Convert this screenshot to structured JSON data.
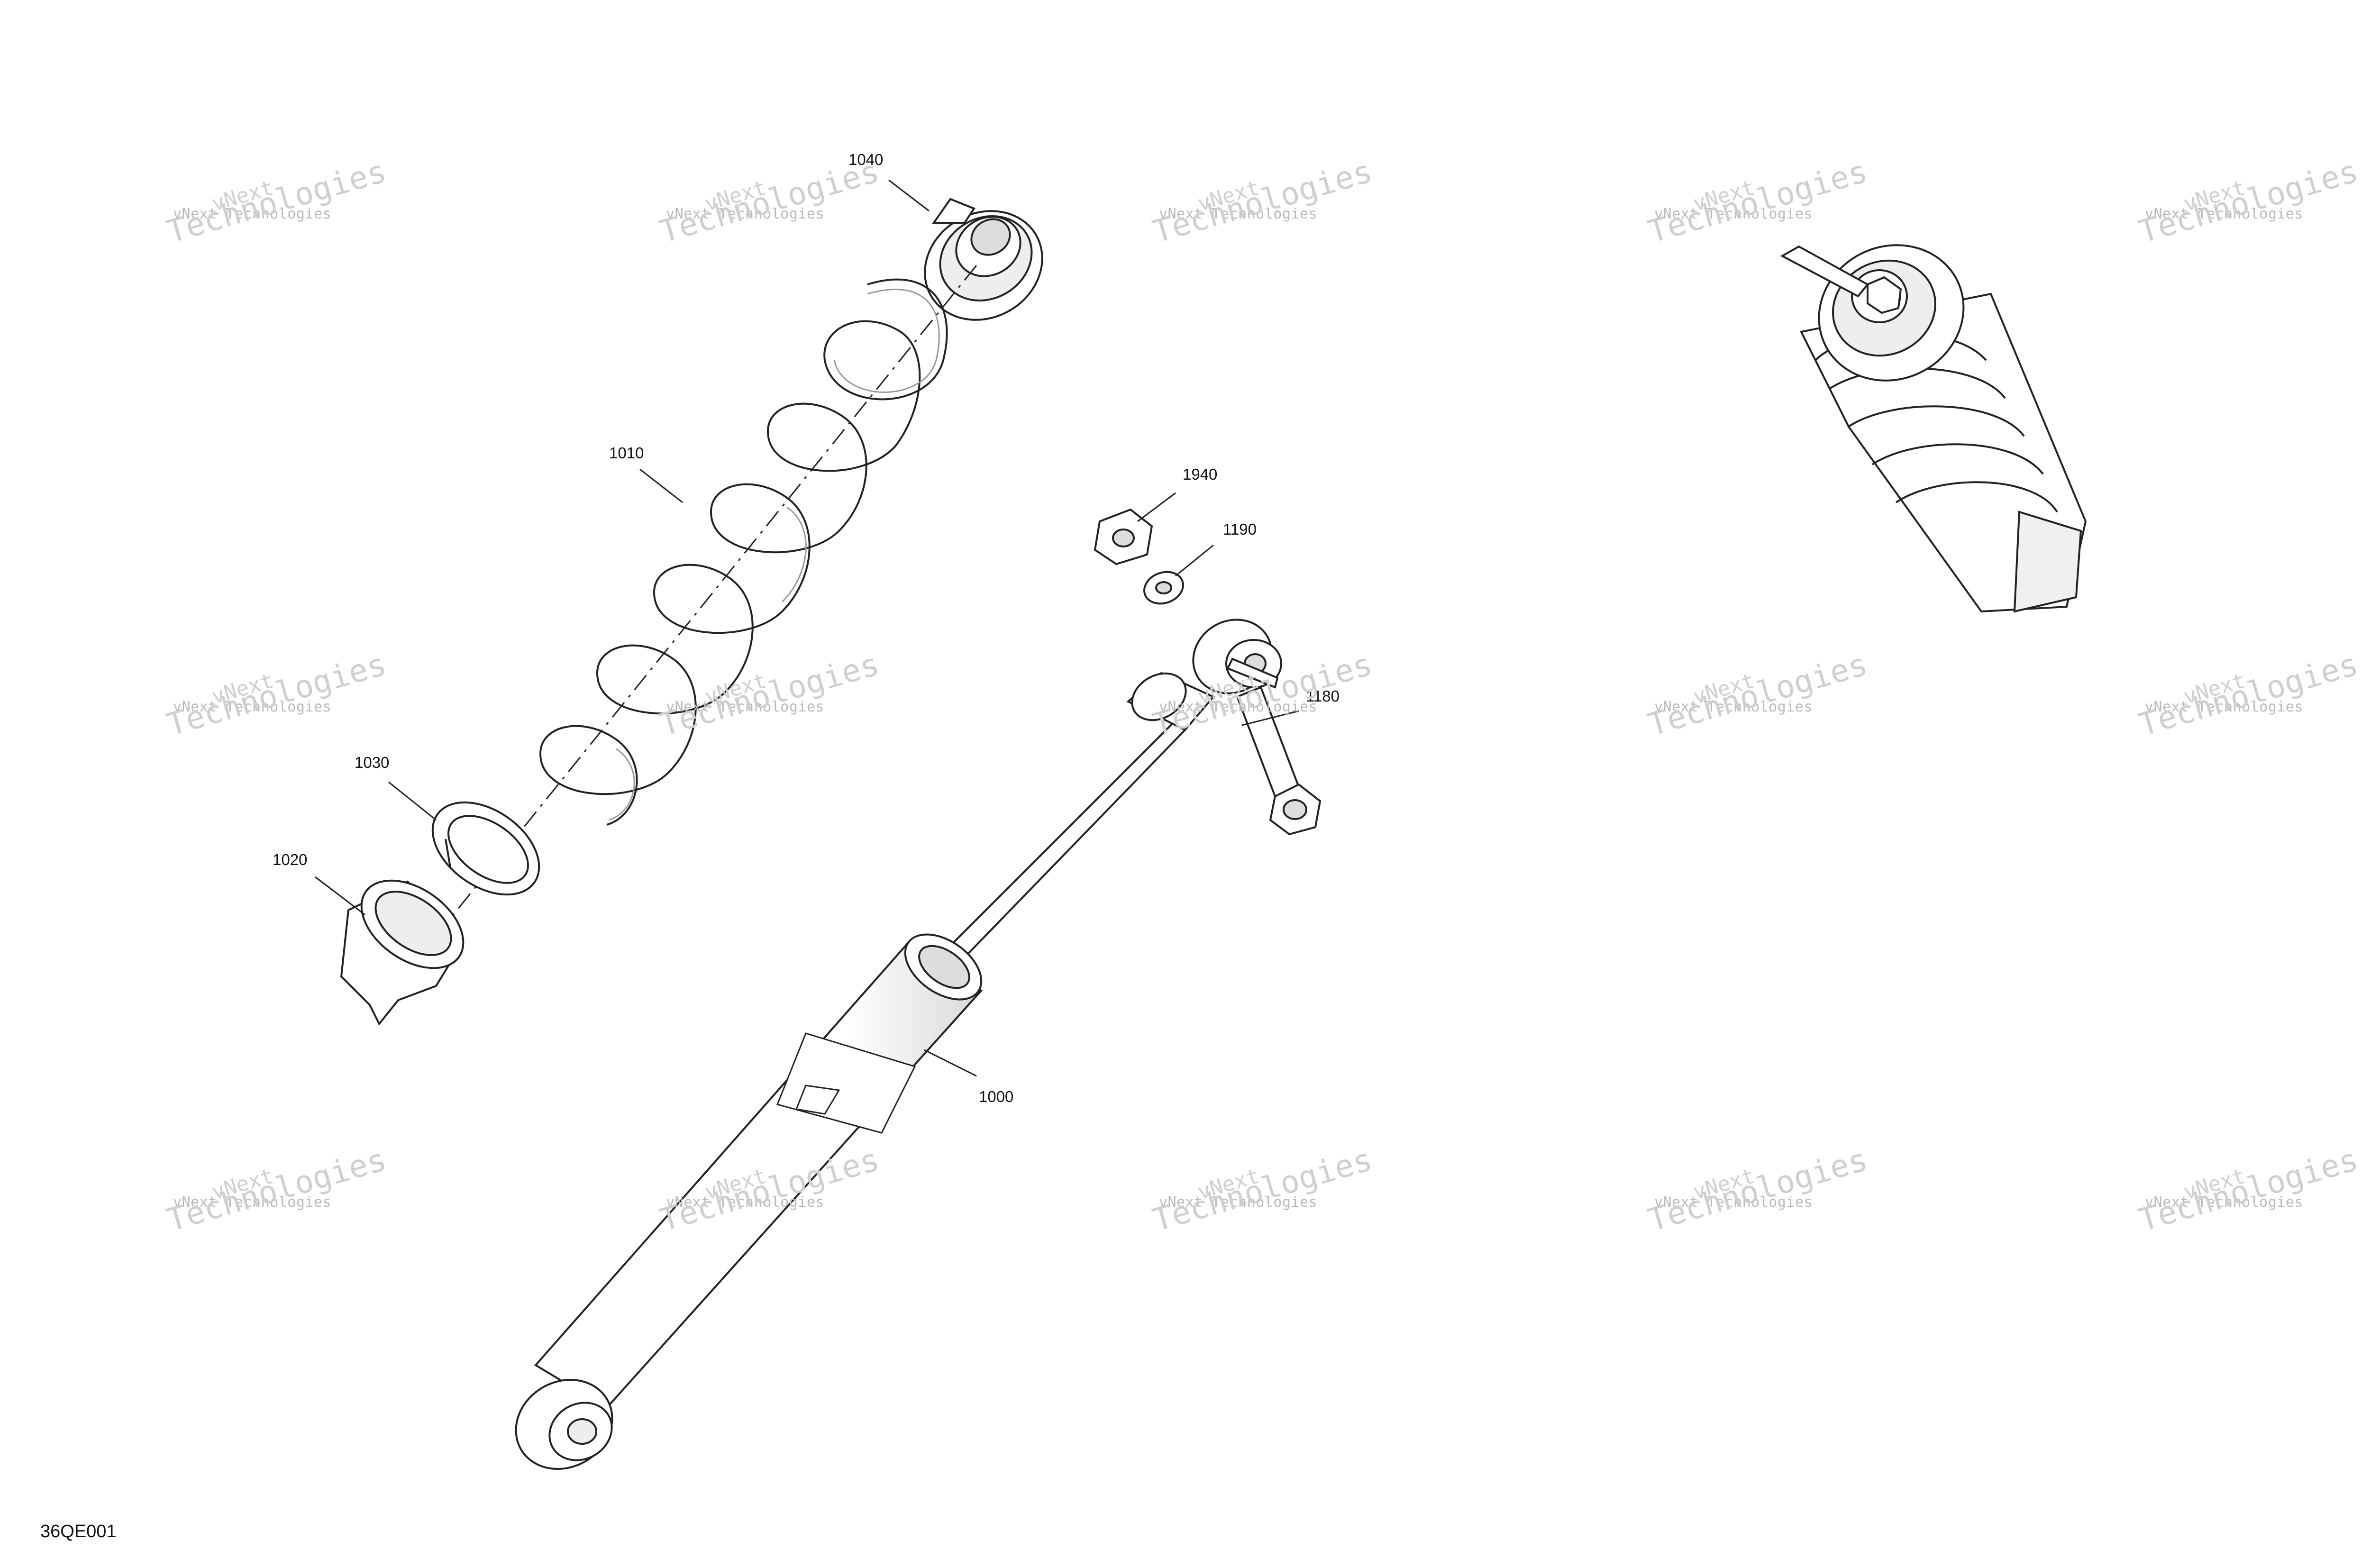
{
  "figure_code": "36QE001",
  "callouts": [
    {
      "id": "1040",
      "label": "1040"
    },
    {
      "id": "1010",
      "label": "1010"
    },
    {
      "id": "1940",
      "label": "1940"
    },
    {
      "id": "1190",
      "label": "1190"
    },
    {
      "id": "1180",
      "label": "1180"
    },
    {
      "id": "1030",
      "label": "1030"
    },
    {
      "id": "1020",
      "label": "1020"
    },
    {
      "id": "1000",
      "label": "1000"
    }
  ],
  "watermark": {
    "small_top": "vNext",
    "line": "vNext Technologies",
    "big": "Technologies"
  },
  "colors": {
    "line": "#222222",
    "shade": "#d6d6d6",
    "watermark": "#bbbbbb"
  }
}
